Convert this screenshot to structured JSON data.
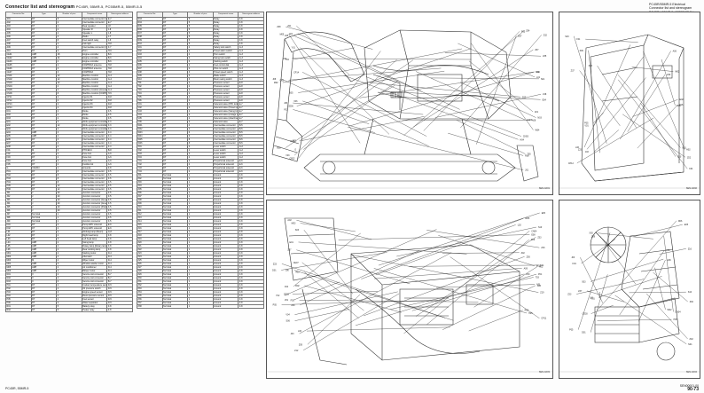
{
  "header": {
    "title": "Connector list and stereogram",
    "title_models": "PC45R, 55MR-5, PC55MR-5, 55MR-5-5",
    "right_lines": [
      "PC45R/55MR-5 Electrical",
      "Connector list and stereogram",
      "PC45R / 55MR-5 / PC55MR-5 / 55MR-5-5"
    ]
  },
  "footer": {
    "left": "PC45R, 55MR-5",
    "right_top": "SEN00001-00",
    "page": "90-73"
  },
  "table_headers": [
    "Connector No.",
    "Type",
    "Number of pins",
    "Component name",
    "Stereogram address"
  ],
  "table_left": [
    [
      "A01",
      "DT",
      "8",
      "Intermediate connector (Window glass wiring harness)",
      "E-7"
    ],
    [
      "A02",
      "DT",
      "2",
      "Intermediate connector",
      "E-7"
    ],
    [
      "A03",
      "DT",
      "2",
      "Rear speaker",
      "I-8"
    ],
    [
      "A04",
      "DT",
      "2",
      "Speaker R",
      "J-8"
    ],
    [
      "A05",
      "DT",
      "2",
      "Speaker L",
      "J-8"
    ],
    [
      "A06",
      "DT",
      "3",
      "Radio",
      "J-7"
    ],
    [
      "A07",
      "DT",
      "8",
      "Fuel switch relay",
      "J-6"
    ],
    [
      "A08",
      "DT",
      "2",
      "Cab light",
      "H-8"
    ],
    [
      "A09",
      "DT",
      "4",
      "Intermediate connector (Cab wiring)",
      "F-7"
    ],
    [
      "A10",
      "DT",
      "2",
      "Horn",
      "H-6"
    ],
    [
      "CE01",
      "AMP",
      "18",
      "Engine controller",
      "B-6"
    ],
    [
      "CE02",
      "AMP",
      "24",
      "Engine controller",
      "B-6"
    ],
    [
      "CE03",
      "AMP",
      "4",
      "Engine controller",
      "B-6"
    ],
    [
      "CE05",
      "DT",
      "2",
      "KOMTRAX antenna",
      "H-8"
    ],
    [
      "CE06",
      "DT",
      "3",
      "KOMTRAX antenna",
      "H-8"
    ],
    [
      "CE07",
      "DT",
      "3",
      "KOMTRAX",
      "H-8"
    ],
    [
      "CN01",
      "DT",
      "12",
      "Machine monitor",
      "G-4"
    ],
    [
      "CN02",
      "DT",
      "12",
      "Machine monitor",
      "G-4"
    ],
    [
      "CN03",
      "DT",
      "12",
      "Machine monitor",
      "G-4"
    ],
    [
      "CN04",
      "DT",
      "4",
      "Machine monitor",
      "G-4"
    ],
    [
      "CN05",
      "DT",
      "4",
      "Machine monitor (Accessories)",
      "G-4"
    ],
    [
      "CN06",
      "DT",
      "8",
      "Machine monitor (KOMTRAX)",
      "H-5"
    ],
    [
      "CP11",
      "DT",
      "2",
      "Injector #1",
      "D-8"
    ],
    [
      "CP12",
      "DT",
      "2",
      "Injector #2",
      "D-8"
    ],
    [
      "CP13",
      "DT",
      "2",
      "Injector #3",
      "D-8"
    ],
    [
      "CP14",
      "DT",
      "2",
      "Injector #4",
      "D-8"
    ],
    [
      "D01",
      "DT",
      "2",
      "Diode",
      "F-5"
    ],
    [
      "D02",
      "DT",
      "2",
      "Diode",
      "F-5"
    ],
    [
      "D03",
      "DT",
      "2",
      "Diode",
      "F-5"
    ],
    [
      "E01",
      "DT",
      "3",
      "Work equipment controller",
      "F-3"
    ],
    [
      "E02",
      "DT",
      "12",
      "Work equipment controller",
      "F-3"
    ],
    [
      "E03",
      "DT",
      "4",
      "Work equipment controller",
      "F-3"
    ],
    [
      "E04",
      "AMP",
      "3",
      "Intermediate connector",
      "F-4"
    ],
    [
      "E05",
      "AMP",
      "4",
      "Intermediate connector",
      "F-4"
    ],
    [
      "E06",
      "DT",
      "3",
      "Intermediate connector",
      "F-4"
    ],
    [
      "E07",
      "DT",
      "3",
      "Intermediate connector",
      "F-4"
    ],
    [
      "E08",
      "DT",
      "2",
      "Intermediate connector",
      "F-4"
    ],
    [
      "F01",
      "M",
      "6",
      "PTO/ECU",
      "B-8"
    ],
    [
      "F02",
      "DT",
      "2",
      "Fuse box",
      "A-6"
    ],
    [
      "F03",
      "DT",
      "2",
      "Fuse box",
      "A-6"
    ],
    [
      "F04",
      "DT",
      "2",
      "Fuse box",
      "A-6"
    ],
    [
      "F05",
      "DT",
      "2",
      "Fusible link",
      "A-6"
    ],
    [
      "G",
      "YAZAKI",
      "1",
      "Grounds",
      "F-8"
    ],
    [
      "H01",
      "DT",
      "8",
      "Intermediate connector",
      "F-5"
    ],
    [
      "H02",
      "DT",
      "8",
      "Intermediate connector",
      "F-5"
    ],
    [
      "H03",
      "DT",
      "8",
      "Intermediate connector",
      "F-5"
    ],
    [
      "H04",
      "DT",
      "8",
      "Intermediate connector",
      "F-5"
    ],
    [
      "H05",
      "DT",
      "12",
      "Intermediate connector",
      "F-5"
    ],
    [
      "H06",
      "DT",
      "12",
      "Intermediate connector",
      "F-5"
    ],
    [
      "J01",
      "J",
      "20",
      "Junction connector",
      "F-5"
    ],
    [
      "J02",
      "J",
      "20",
      "Junction connector",
      "F-5"
    ],
    [
      "J03",
      "J",
      "20",
      "Junction connector (Green)",
      "F-5"
    ],
    [
      "J04",
      "J",
      "20",
      "Junction connector (Green)",
      "F-5"
    ],
    [
      "J05",
      "J",
      "20",
      "Junction connector (Pink)",
      "F-5"
    ],
    [
      "J06",
      "J",
      "20",
      "Junction connector",
      "F-5"
    ],
    [
      "J07",
      "Terminal",
      "1",
      "Junction connector",
      "F-5"
    ],
    [
      "J08",
      "Terminal",
      "1",
      "Junction connector",
      "F-5"
    ],
    [
      "J09",
      "Terminal",
      "1",
      "Junction connector",
      "F-5"
    ],
    [
      "K01",
      "DT",
      "2",
      "Pump EPC solenoid",
      "E-6"
    ],
    [
      "K02",
      "DT",
      "2",
      "Pump EPC solenoid",
      "E-6"
    ],
    [
      "L01",
      "DT",
      "2",
      "Working lamp (Boom)",
      "G-8"
    ],
    [
      "L02",
      "DT",
      "2",
      "Right head lamp",
      "F-8"
    ],
    [
      "L03",
      "DT",
      "3",
      "Left head lamp",
      "F-8"
    ],
    [
      "L04",
      "AMP",
      "2",
      "Swing lamp",
      "F-8"
    ],
    [
      "L05",
      "AMP",
      "4",
      "Rotary lamp (Rotary lamp specification)",
      "F-8"
    ],
    [
      "L06",
      "AMP",
      "2",
      "Rear working lamp",
      "F-8"
    ],
    [
      "M01",
      "AMP",
      "2",
      "Starting motor",
      "D-4"
    ],
    [
      "M02",
      "AMP",
      "4",
      "Alternator",
      "D-4"
    ],
    [
      "M03",
      "M",
      "4",
      "Wiper motor",
      "D-4"
    ],
    [
      "M04",
      "AMP",
      "3",
      "Window washer motor",
      "D-4"
    ],
    [
      "M05",
      "AMP",
      "2",
      "Air conditioner",
      "D-4"
    ],
    [
      "M06",
      "AMP",
      "2",
      "Blower motor",
      "D-4"
    ],
    [
      "N01",
      "X",
      "2",
      "Service tool connector",
      "B-7"
    ],
    [
      "N02",
      "X",
      "4",
      "Service tool connector",
      "B-7"
    ],
    [
      "N03",
      "X",
      "6",
      "Service tool connector",
      "B-7"
    ],
    [
      "P01",
      "DT",
      "2",
      "Coolant temperature sensor",
      "D-5"
    ],
    [
      "P02",
      "DT",
      "2",
      "Oil pressure switch",
      "D-5"
    ],
    [
      "P03",
      "DT",
      "3",
      "Engine speed sensor",
      "D-5"
    ],
    [
      "P04",
      "DT",
      "2",
      "Boost pressure sensor",
      "D-5"
    ],
    [
      "P05",
      "DT",
      "2",
      "Fuel sensor",
      "D-5"
    ],
    [
      "P06",
      "DT",
      "2",
      "Water separator",
      "D-5"
    ],
    [
      "R01",
      "DT",
      "5",
      "Battery relay",
      "F-8"
    ],
    [
      "R02",
      "DT",
      "5",
      "Heater relay",
      "F-8"
    ]
  ],
  "table_right": [
    [
      "R03",
      "DT",
      "5",
      "Relay",
      "F-8"
    ],
    [
      "R04",
      "DT",
      "5",
      "Relay",
      "F-8"
    ],
    [
      "R05",
      "DT",
      "5",
      "Relay",
      "F-8"
    ],
    [
      "R06",
      "DT",
      "5",
      "Relay",
      "F-8"
    ],
    [
      "R07",
      "DT",
      "5",
      "Relay",
      "F-8"
    ],
    [
      "R08",
      "DT",
      "5",
      "Relay",
      "F-8"
    ],
    [
      "R09",
      "DT",
      "5",
      "Relay",
      "F-8"
    ],
    [
      "R10",
      "DT",
      "5",
      "Relay",
      "F-8"
    ],
    [
      "S01",
      "DT",
      "2",
      "Safety lock switch",
      "G-3"
    ],
    [
      "S02",
      "DT",
      "2",
      "Travel alarm switch",
      "G-3"
    ],
    [
      "S03",
      "DT",
      "2",
      "Horn switch",
      "G-3"
    ],
    [
      "S04",
      "DT",
      "2",
      "Swing lock switch",
      "G-3"
    ],
    [
      "S05",
      "DT",
      "3",
      "Starting switch",
      "G-3"
    ],
    [
      "S06",
      "DT",
      "2",
      "Fuel control dial",
      "G-3"
    ],
    [
      "S07",
      "DT",
      "2",
      "Pilot cut switch",
      "G-3"
    ],
    [
      "S08",
      "DT",
      "3",
      "Travel speed switch",
      "G-3"
    ],
    [
      "S09",
      "DT",
      "3",
      "Blade switch",
      "G-3"
    ],
    [
      "S10",
      "DT",
      "3",
      "Boom swing switch",
      "G-3"
    ],
    [
      "T01",
      "DT",
      "2",
      "Pressure sensor",
      "E-8"
    ],
    [
      "T02",
      "DT",
      "2",
      "Pressure sensor",
      "E-8"
    ],
    [
      "T03",
      "DT",
      "2",
      "Pressure sensor",
      "E-8"
    ],
    [
      "T04",
      "DT",
      "2",
      "Pressure sensor",
      "E-8"
    ],
    [
      "T05",
      "DT",
      "2",
      "Pressure sensor",
      "E-8"
    ],
    [
      "T06",
      "DT",
      "2",
      "Pressure sensor",
      "E-8"
    ],
    [
      "V01",
      "DT",
      "2",
      "Solenoid valve (PPC lock)",
      "E-7"
    ],
    [
      "V02",
      "DT",
      "2",
      "Solenoid valve (Travel speed)",
      "E-7"
    ],
    [
      "V03",
      "DT",
      "2",
      "Solenoid valve (Swing brake)",
      "E-7"
    ],
    [
      "V04",
      "DT",
      "2",
      "Solenoid valve (2-stage relief)",
      "E-7"
    ],
    [
      "V05",
      "DT",
      "2",
      "Solenoid valve (Attachment)",
      "E-7"
    ],
    [
      "V06",
      "DT",
      "2",
      "Solenoid valve",
      "E-7"
    ],
    [
      "W01",
      "DT",
      "4",
      "Intermediate connector",
      "B-5"
    ],
    [
      "W02",
      "DT",
      "4",
      "Intermediate connector",
      "B-5"
    ],
    [
      "W03",
      "DT",
      "6",
      "Intermediate connector",
      "B-5"
    ],
    [
      "W04",
      "DT",
      "6",
      "Intermediate connector",
      "B-5"
    ],
    [
      "W05",
      "DT",
      "8",
      "Intermediate connector",
      "B-5"
    ],
    [
      "W06",
      "DT",
      "8",
      "Intermediate connector",
      "B-5"
    ],
    [
      "X01",
      "DT",
      "2",
      "Lever switch",
      "G-2"
    ],
    [
      "X02",
      "DT",
      "2",
      "Lever switch",
      "G-2"
    ],
    [
      "X03",
      "DT",
      "2",
      "Lever switch",
      "G-2"
    ],
    [
      "X04",
      "DT",
      "2",
      "Lever switch",
      "G-2"
    ],
    [
      "Y01",
      "DT",
      "2",
      "Proportional solenoid",
      "E-6"
    ],
    [
      "Y02",
      "DT",
      "2",
      "Proportional solenoid",
      "E-6"
    ],
    [
      "Y03",
      "DT",
      "2",
      "Proportional solenoid",
      "E-6"
    ],
    [
      "Y04",
      "DT",
      "2",
      "Proportional solenoid",
      "E-6"
    ],
    [
      "Z01",
      "Terminal",
      "1",
      "Ground",
      "F-8"
    ],
    [
      "Z02",
      "Terminal",
      "1",
      "Ground",
      "F-8"
    ],
    [
      "Z03",
      "Terminal",
      "1",
      "Ground",
      "F-8"
    ],
    [
      "Z04",
      "Terminal",
      "1",
      "Ground",
      "F-8"
    ],
    [
      "Z05",
      "Terminal",
      "1",
      "Ground",
      "F-8"
    ],
    [
      "Z06",
      "Terminal",
      "1",
      "Ground",
      "F-8"
    ],
    [
      "Z07",
      "Terminal",
      "1",
      "Ground",
      "F-8"
    ],
    [
      "Z08",
      "Terminal",
      "1",
      "Ground",
      "F-8"
    ],
    [
      "Z09",
      "Terminal",
      "1",
      "Ground",
      "F-8"
    ],
    [
      "Z10",
      "Terminal",
      "1",
      "Ground",
      "F-8"
    ],
    [
      "Z11",
      "Terminal",
      "1",
      "Ground",
      "F-8"
    ],
    [
      "Z12",
      "Terminal",
      "1",
      "Ground",
      "F-8"
    ],
    [
      "Z13",
      "Terminal",
      "1",
      "Ground",
      "F-8"
    ],
    [
      "Z14",
      "Terminal",
      "1",
      "Ground",
      "F-8"
    ],
    [
      "Z15",
      "Terminal",
      "1",
      "Ground",
      "F-8"
    ],
    [
      "Z16",
      "Terminal",
      "1",
      "Ground",
      "F-8"
    ],
    [
      "Z17",
      "Terminal",
      "1",
      "Ground",
      "F-8"
    ],
    [
      "Z18",
      "Terminal",
      "1",
      "Ground",
      "F-8"
    ],
    [
      "Z19",
      "Terminal",
      "1",
      "Ground",
      "F-8"
    ],
    [
      "Z20",
      "Terminal",
      "1",
      "Ground",
      "F-8"
    ],
    [
      "Z21",
      "Terminal",
      "1",
      "Ground",
      "F-8"
    ],
    [
      "Z22",
      "Terminal",
      "1",
      "Ground",
      "F-8"
    ],
    [
      "Z23",
      "Terminal",
      "1",
      "Ground",
      "F-8"
    ],
    [
      "Z24",
      "Terminal",
      "1",
      "Ground",
      "F-8"
    ],
    [
      "Z25",
      "Terminal",
      "1",
      "Ground",
      "F-8"
    ],
    [
      "Z26",
      "Terminal",
      "1",
      "Ground",
      "F-8"
    ],
    [
      "Z27",
      "Terminal",
      "1",
      "Ground",
      "F-8"
    ],
    [
      "Z28",
      "Terminal",
      "1",
      "Ground",
      "F-8"
    ],
    [
      "Z29",
      "Terminal",
      "1",
      "Ground",
      "F-8"
    ],
    [
      "Z30",
      "Terminal",
      "1",
      "Ground",
      "F-8"
    ],
    [
      "Z31",
      "Terminal",
      "1",
      "Ground",
      "F-8"
    ],
    [
      "Z32",
      "Terminal",
      "1",
      "Ground",
      "F-8"
    ],
    [
      "Z33",
      "Terminal",
      "1",
      "Ground",
      "F-8"
    ],
    [
      "Z34",
      "Terminal",
      "1",
      "Ground",
      "F-8"
    ],
    [
      "Z35",
      "Terminal",
      "1",
      "Ground",
      "F-8"
    ],
    [
      "Z36",
      "Terminal",
      "1",
      "Ground",
      "F-8"
    ],
    [
      "Z37",
      "Terminal",
      "1",
      "Ground",
      "F-8"
    ],
    [
      "Z38",
      "Terminal",
      "1",
      "Ground",
      "F-8"
    ]
  ],
  "panels": [
    {
      "id": "machine-overview",
      "label": "SEN-A001"
    },
    {
      "id": "cab",
      "label": "SEN-A002"
    },
    {
      "id": "engine-room",
      "label": "SEN-A003"
    },
    {
      "id": "engine",
      "label": "SEN-A004"
    }
  ]
}
